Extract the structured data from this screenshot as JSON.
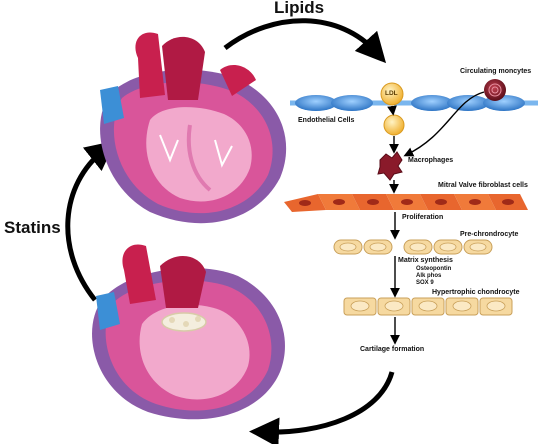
{
  "labels": {
    "lipids": "Lipids",
    "statins": "Statins",
    "ldl": "LDL",
    "circulating_monocytes": "Circulating moncytes",
    "endothelial_cells": "Endothelial Cells",
    "macrophages": "Macrophages",
    "mitral_fibroblast": "Mitral Valve fibroblast cells",
    "proliferation": "Proliferation",
    "pre_chondrocyte": "Pre-chrondrocyte",
    "matrix_synthesis": "Matrix synthesis",
    "osteopontin": "Osteopontin",
    "alk_phos": "Alk phos",
    "sox9": "SOX 9",
    "hypertrophic_chondrocyte": "Hypertrophic chondrocyte",
    "cartilage_formation": "Cartilage formation"
  },
  "colors": {
    "heart_pink": "#d9559a",
    "heart_purple": "#8a5aa8",
    "aorta": "#c8204e",
    "endothelium_blue": "#3c8fd6",
    "ldl_yellow": "#f7c244",
    "fibroblast_orange": "#e8662e",
    "chondrocyte_cream": "#f6d9a0",
    "monocyte_dark": "#8a1a2a"
  }
}
